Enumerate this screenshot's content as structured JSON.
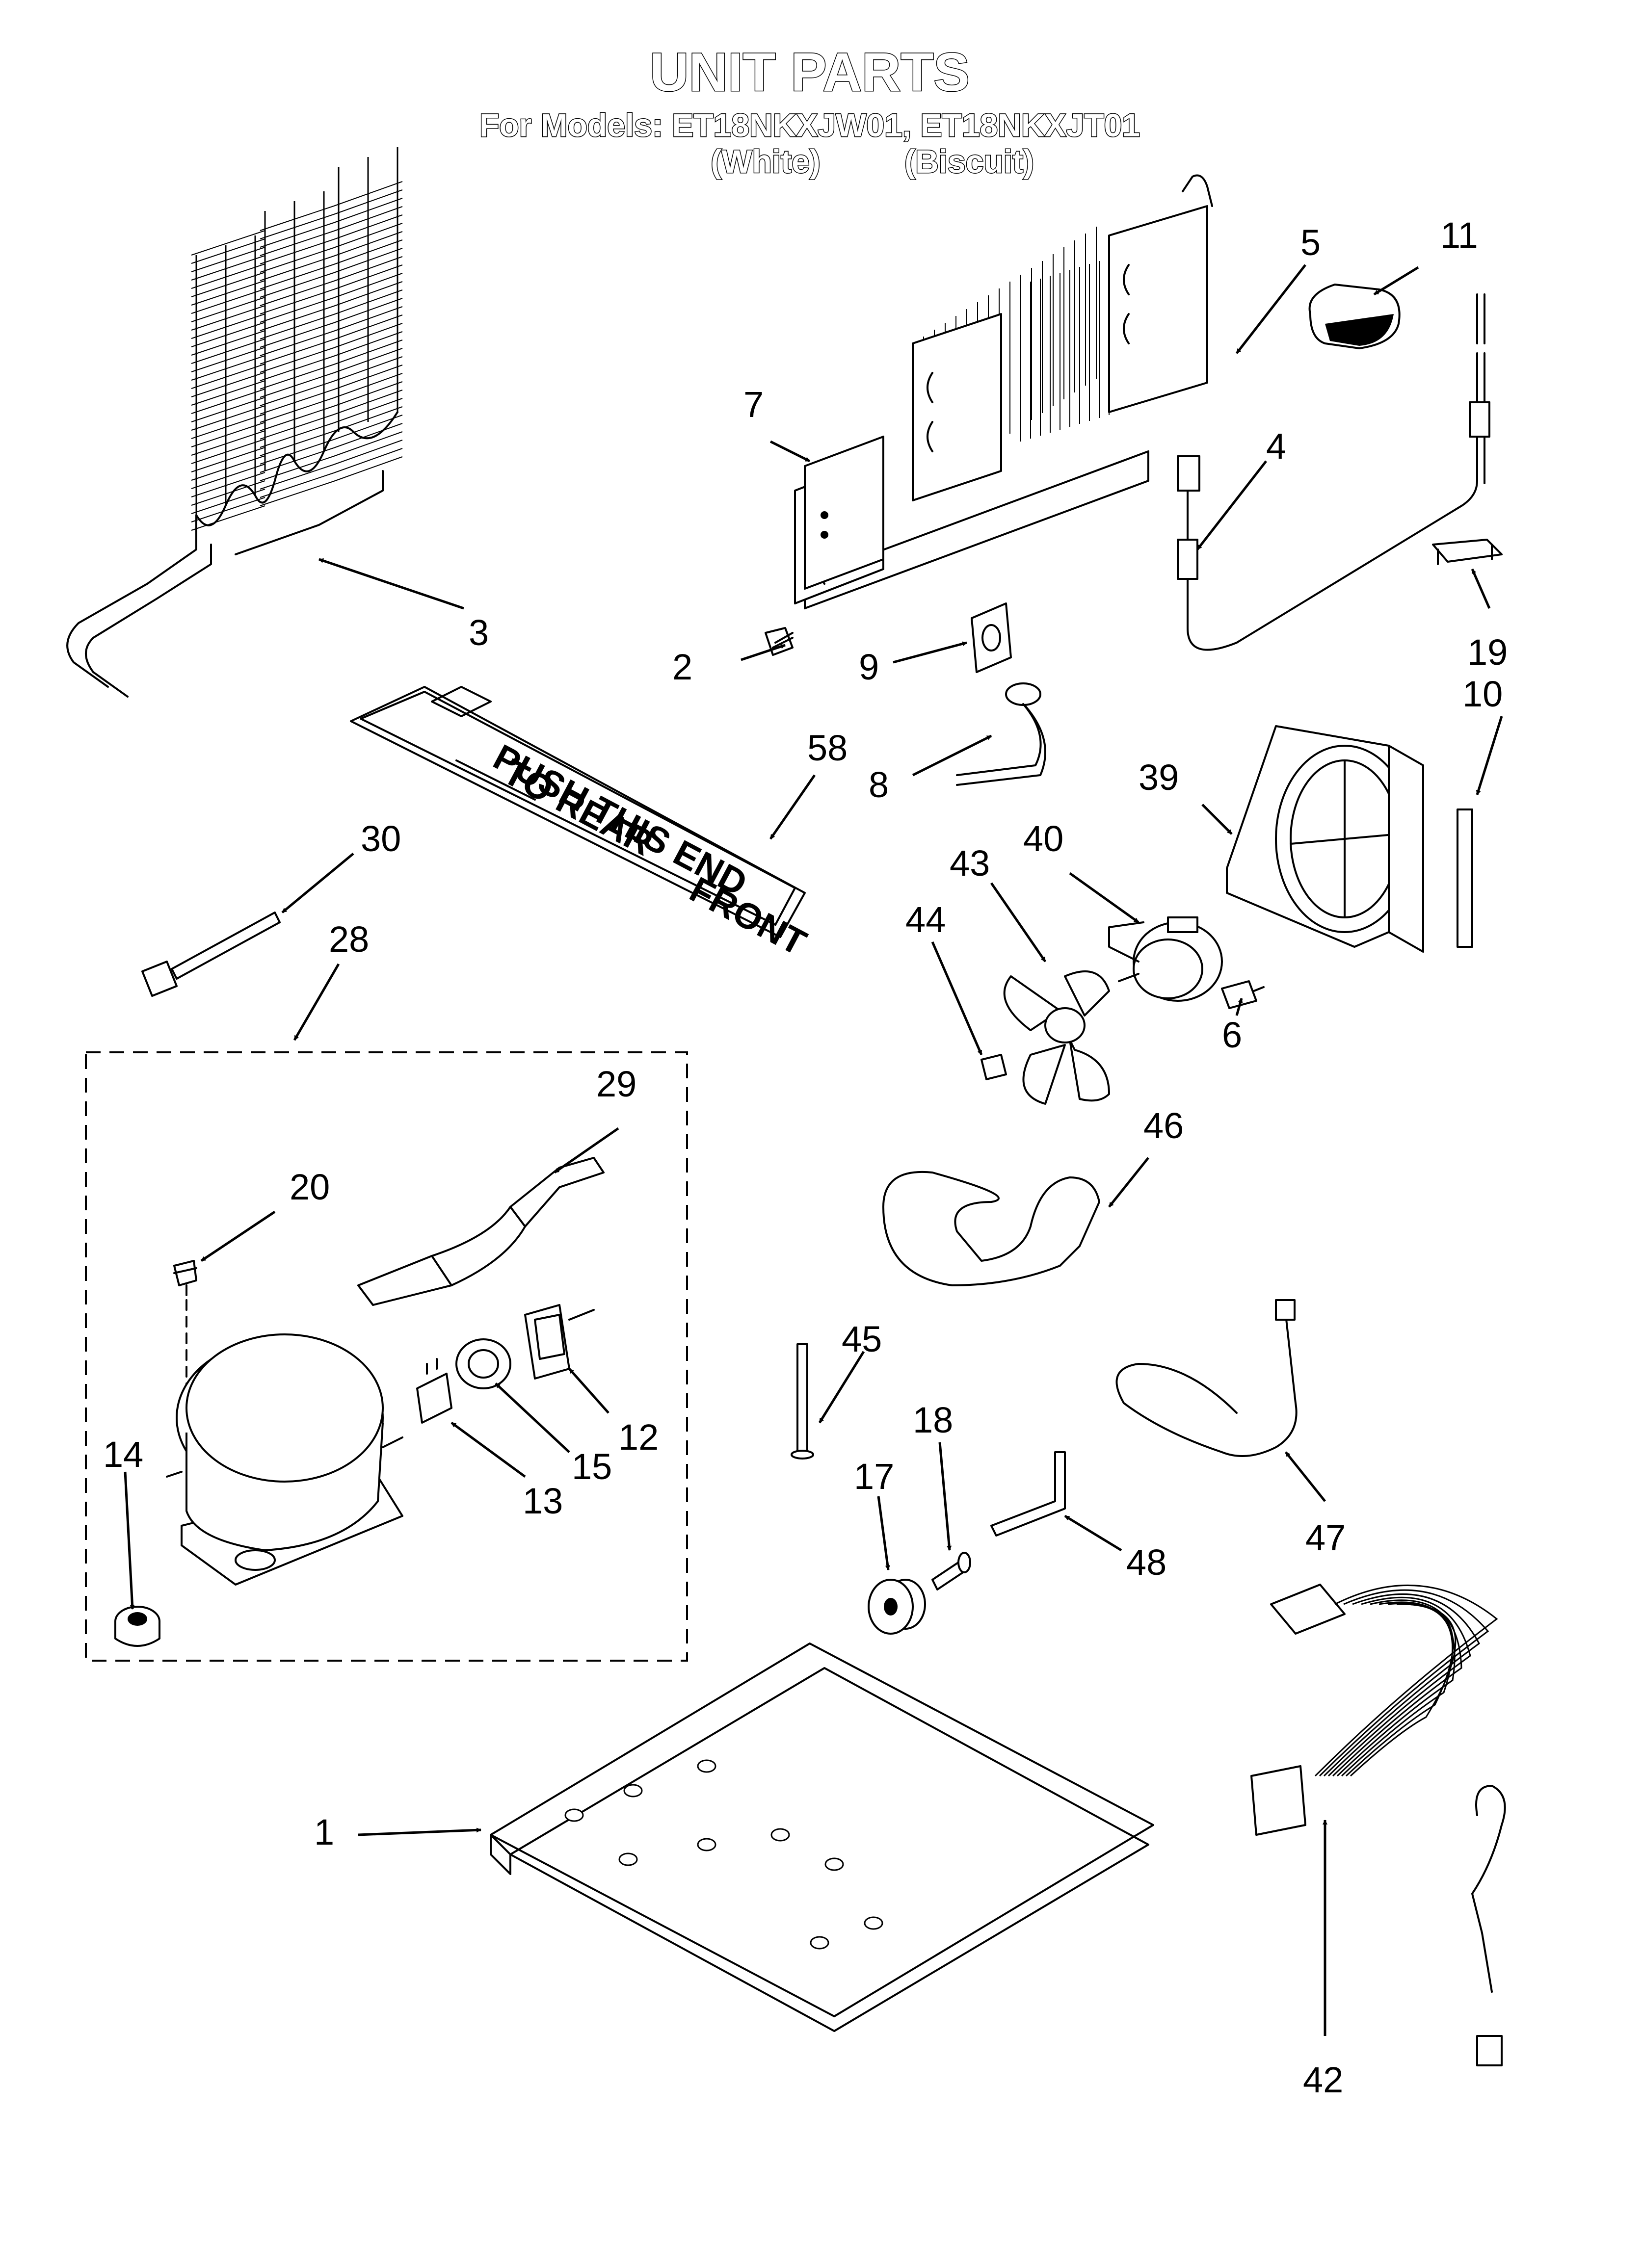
{
  "header": {
    "title": "UNIT PARTS",
    "models_line": "For Models: ET18NKXJW01, ET18NKXJT01",
    "color_white": "(White)",
    "color_biscuit": "(Biscuit)"
  },
  "tray_text": {
    "push_line1": "PUSH THIS END",
    "push_line2": "TO REAR",
    "front": "FRONT"
  },
  "callouts": {
    "n1": "1",
    "n2": "2",
    "n3": "3",
    "n4": "4",
    "n5": "5",
    "n6": "6",
    "n7": "7",
    "n8": "8",
    "n9": "9",
    "n10": "10",
    "n11": "11",
    "n12": "12",
    "n13": "13",
    "n14": "14",
    "n15": "15",
    "n17": "17",
    "n18": "18",
    "n19": "19",
    "n20": "20",
    "n28": "28",
    "n29": "29",
    "n30": "30",
    "n39": "39",
    "n40": "40",
    "n42": "42",
    "n43": "43",
    "n44": "44",
    "n45": "45",
    "n46": "46",
    "n47": "47",
    "n48": "48",
    "n58": "58"
  }
}
